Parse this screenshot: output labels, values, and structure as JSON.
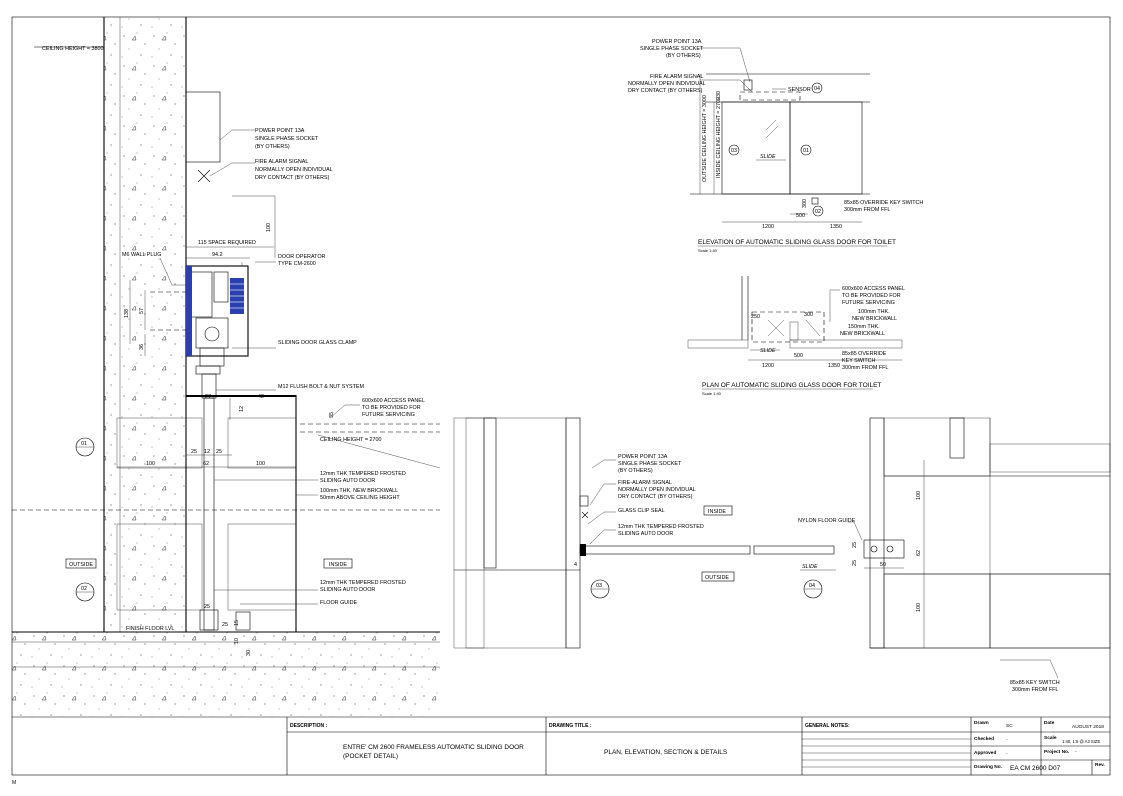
{
  "left_detail": {
    "ceiling_height_top": "CEILING HEIGHT = 3800",
    "power_point": [
      "POWER POINT 13A",
      "SINGLE PHASE SOCKET",
      "(BY OTHERS)"
    ],
    "fire_alarm": [
      "FIRE ALARM SIGNAL",
      "NORMALLY OPEN INDIVIDUAL",
      "DRY CONTACT (BY OTHERS)"
    ],
    "dim_100_top": "100",
    "space_required": "115 SPACE REQUIRED",
    "dim_94": "94.2",
    "wall_plug": "M6 WALL PLUG",
    "door_operator": [
      "DOOR OPERATOR",
      "TYPE CM-2600"
    ],
    "dim_138": "138",
    "dim_57": "57",
    "dim_36": "36",
    "glass_clamp": "SLIDING DOOR GLASS CLAMP",
    "flush_bolt": "M12 FLUSH BOLT & NUT SYSTEM",
    "access_panel": [
      "600x600 ACCESS PANEL",
      "TO BE PROVIDED FOR",
      "FUTURE SERVICING"
    ],
    "dim_35": "35",
    "dim_12": "12",
    "dim_42": "42",
    "dim_27": "27",
    "ceiling_height_2700": "CEILING HEIGHT = 2700",
    "dims_row": [
      "25",
      "12",
      "25"
    ],
    "dim_100_left": "100",
    "dim_62": "62",
    "dim_100_right": "100",
    "glass_frosted_1": [
      "12mm THK TEMPERED FROSTED",
      "SLIDING AUTO DOOR"
    ],
    "brickwall_1": [
      "100mm THK. NEW BRICKWALL",
      "50mm ABOVE CEILING HEIGHT"
    ],
    "outside": "OUTSIDE",
    "inside": "INSIDE",
    "glass_frosted_2": [
      "12mm THK TEMPERED FROSTED",
      "SLIDING AUTO DOOR"
    ],
    "floor_guide": "FLOOR GUIDE",
    "finish_floor": "FINISH FLOOR LVL",
    "dims_bottom": [
      "25",
      "25",
      "15",
      "10",
      "30"
    ],
    "sec_01": "01",
    "sec_02": "02"
  },
  "elevation": {
    "power_point": [
      "POWER POINT 13A",
      "SINGLE PHASE SOCKET",
      "(BY OTHERS)"
    ],
    "fire_alarm": [
      "FIRE ALARM SIGNAL",
      "NORMALLY OPEN INDIVIDUAL",
      "DRY CONTACT (BY OTHERS)"
    ],
    "sensor": "SENSOR",
    "outside_ceiling": "OUTSIDE CEILING HEIGHT = 3000",
    "inside_ceiling": "INSIDE CEILING HEIGHT = 2700",
    "dim_230": "230",
    "dim_300": "300",
    "slide": "SLIDE",
    "key_switch": [
      "85x85 OVERRIDE KEY SWITCH",
      "300mm FROM FFL"
    ],
    "dims": [
      "1200",
      "500",
      "1350"
    ],
    "tag_01": "01",
    "tag_02": "02",
    "tag_03": "03",
    "tag_04": "04",
    "title": "ELEVATION OF AUTOMATIC SLIDING GLASS DOOR FOR TOILET",
    "scale": "Scale 1:40"
  },
  "plan": {
    "access_panel": [
      "600x600 ACCESS PANEL",
      "TO BE PROVIDED FOR",
      "FUTURE SERVICING"
    ],
    "brickwall_100": [
      "100mm THK.",
      "NEW BRICKWALL"
    ],
    "brickwall_150": [
      "150mm THK.",
      "NEW BRICKWALL"
    ],
    "dim_250": "250",
    "dim_300": "300",
    "slide": "SLIDE",
    "dims": [
      "1200",
      "500",
      "1350"
    ],
    "key_switch": [
      "85x85 OVERRIDE",
      "KEY SWITCH",
      "300mm FROM FFL"
    ],
    "title": "PLAN OF AUTOMATIC SLIDING GLASS DOOR FOR TOILET",
    "scale": "Scale 1:40"
  },
  "bottom_detail": {
    "power_point": [
      "POWER POINT 13A",
      "SINGLE PHASE SOCKET",
      "(BY OTHERS)"
    ],
    "fire_alarm": [
      "FIRE-ALARM SIGNAL",
      "NORMALLY OPEN INDIVIDUAL",
      "DRY CONTACT (BY OTHERS)"
    ],
    "glass_clip": "GLASS CLIP SEAL",
    "glass_frosted": [
      "12mm THK TEMPERED FROSTED",
      "SLIDING AUTO DOOR"
    ],
    "inside": "INSIDE",
    "outside": "OUTSIDE",
    "nylon_guide": "NYLON FLOOR GUIDE",
    "slide": "SLIDE",
    "dims": [
      "25",
      "25",
      "50",
      "62",
      "100",
      "100",
      "4"
    ],
    "key_switch": [
      "85x85 KEY SWITCH",
      "300mm FROM FFL"
    ],
    "sec_03": "03",
    "sec_04": "04"
  },
  "title_block": {
    "description_label": "DESCRIPTION :",
    "description": [
      "ENTRE' CM 2600 FRAMELESS AUTOMATIC SLIDING DOOR",
      "(POCKET DETAIL)"
    ],
    "drawing_title_label": "DRAWING TITLE :",
    "drawing_title": "PLAN, ELEVATION, SECTION & DETAILS",
    "general_notes_label": "GENERAL NOTES:",
    "drawn_label": "Drawn",
    "drawn_value": "SC",
    "checked_label": "Checked",
    "checked_value": "-",
    "approved_label": "Approved",
    "approved_value": "-",
    "date_label": "Date",
    "date_value": "AUGUST 2018",
    "scale_label": "Scale",
    "scale_value": "1:40, 1:5 @ A3 SIZE",
    "project_label": "Project No.",
    "project_value": "-",
    "drawing_no_label": "Drawing No.",
    "drawing_no_value": "EA CM 2600 D07",
    "rev_label": "Rev."
  },
  "corner_mark": "M"
}
